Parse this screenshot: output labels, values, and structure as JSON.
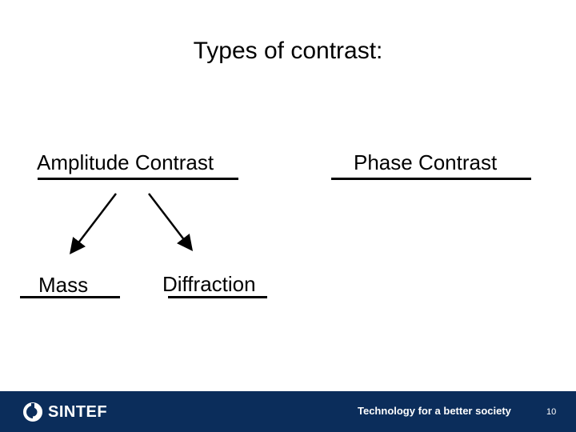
{
  "title": "Types of contrast:",
  "nodes": {
    "amplitude": "Amplitude Contrast",
    "phase": "Phase Contrast",
    "mass": "Mass",
    "diffraction": "Diffraction"
  },
  "footer": {
    "logo_text": "SINTEF",
    "logo_icon": "sintef-logo-icon",
    "tagline": "Technology for a better society",
    "page_number": "10",
    "background_color": "#0b2d5b"
  }
}
